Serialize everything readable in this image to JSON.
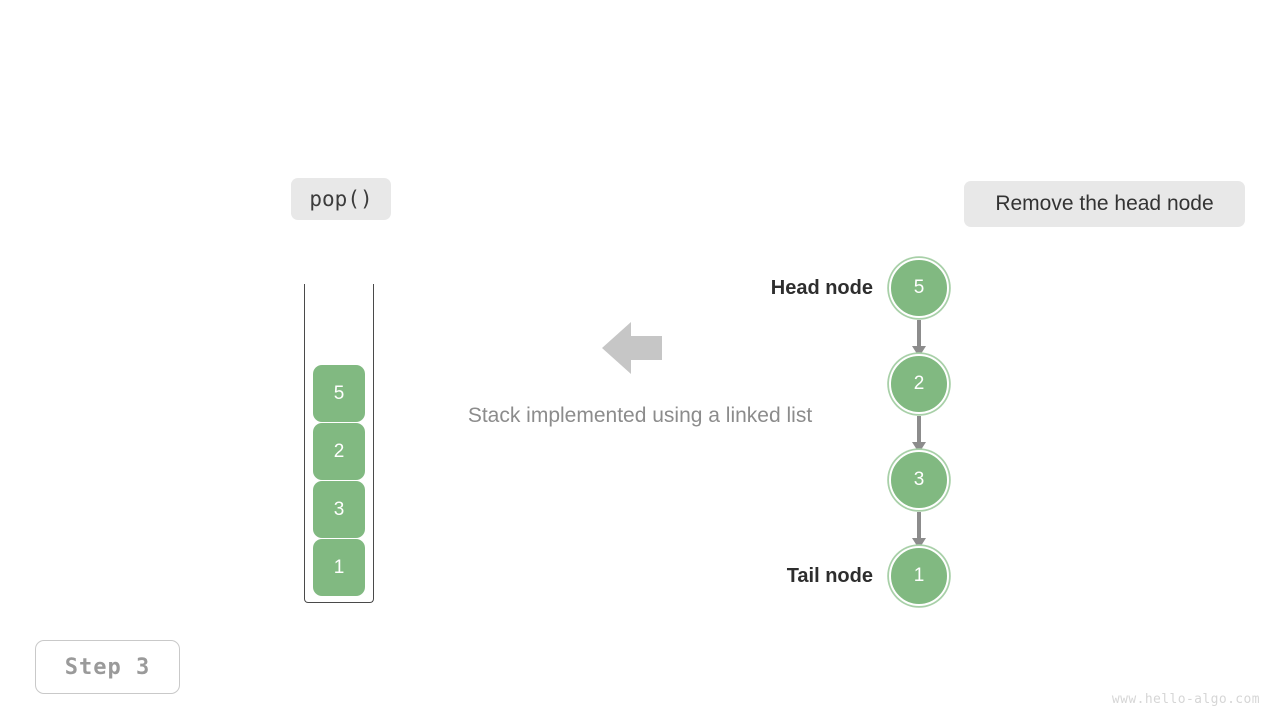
{
  "operation_badge": {
    "label": "pop()"
  },
  "note_badge": {
    "label": "Remove the head node"
  },
  "step_badge": {
    "label": "Step  3"
  },
  "caption": {
    "text": "Stack implemented using a linked list"
  },
  "watermark": {
    "text": "www.hello-algo.com"
  },
  "stack": {
    "cells": [
      {
        "value": "5"
      },
      {
        "value": "2"
      },
      {
        "value": "3"
      },
      {
        "value": "1"
      }
    ]
  },
  "linked_list": {
    "head_label": "Head node",
    "tail_label": "Tail node",
    "nodes": [
      {
        "value": "5"
      },
      {
        "value": "2"
      },
      {
        "value": "3"
      },
      {
        "value": "1"
      }
    ]
  },
  "colors": {
    "node_green": "#81b981",
    "node_ring": "#a8d0a8",
    "badge_gray": "#e8e8e8",
    "arrow_gray": "#c6c6c6",
    "connector_gray": "#8c8c8c",
    "caption_gray": "#8c8c8c",
    "step_text_gray": "#9a9a9a",
    "watermark_gray": "#d6d6d6"
  }
}
